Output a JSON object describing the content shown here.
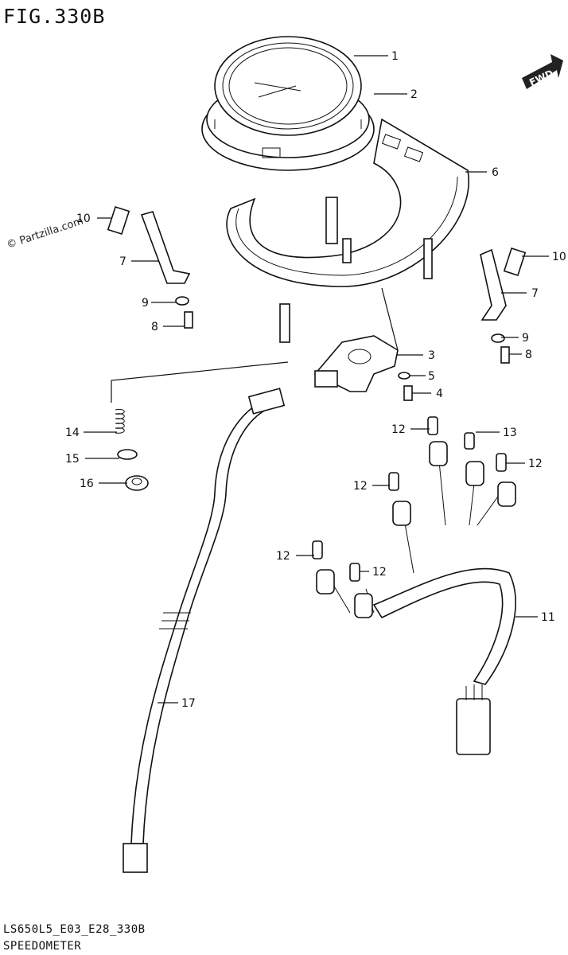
{
  "figure_title": "FIG.330B",
  "model_code": "LS650L5_E03_E28_330B",
  "caption": "SPEEDOMETER",
  "watermark": "© Partzilla.com",
  "fwd_label": "FWD",
  "callouts": {
    "c1": "1",
    "c2": "2",
    "c3": "3",
    "c4": "4",
    "c5": "5",
    "c6": "6",
    "c7a": "7",
    "c7b": "7",
    "c8a": "8",
    "c8b": "8",
    "c9a": "9",
    "c9b": "9",
    "c10a": "10",
    "c10b": "10",
    "c11": "11",
    "c12a": "12",
    "c12b": "12",
    "c12c": "12",
    "c12d": "12",
    "c12e": "12",
    "c13": "13",
    "c14": "14",
    "c15": "15",
    "c16": "16",
    "c17": "17"
  }
}
